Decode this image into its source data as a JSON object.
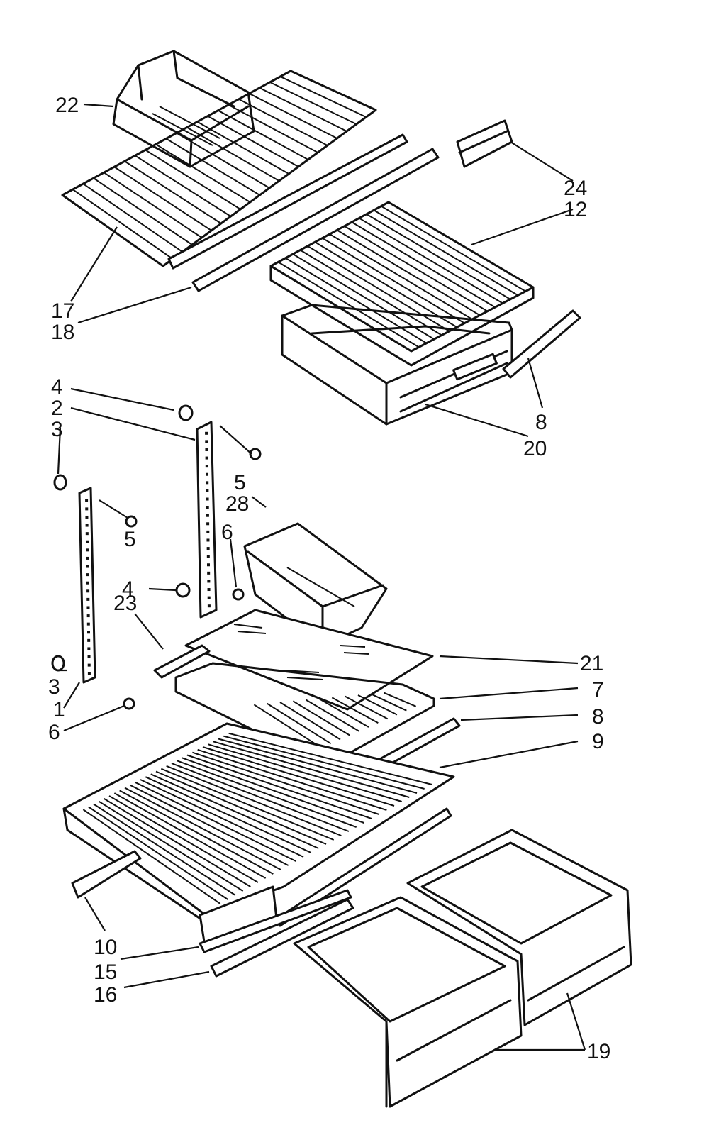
{
  "labels": [
    {
      "id": "22",
      "text": "22"
    },
    {
      "id": "24",
      "text": "24"
    },
    {
      "id": "12",
      "text": "12"
    },
    {
      "id": "17",
      "text": "17"
    },
    {
      "id": "18",
      "text": "18"
    },
    {
      "id": "8a",
      "text": "8"
    },
    {
      "id": "20",
      "text": "20"
    },
    {
      "id": "4a",
      "text": "4"
    },
    {
      "id": "2",
      "text": "2"
    },
    {
      "id": "3a",
      "text": "3"
    },
    {
      "id": "5a",
      "text": "5"
    },
    {
      "id": "28",
      "text": "28"
    },
    {
      "id": "5b",
      "text": "5"
    },
    {
      "id": "6a",
      "text": "6"
    },
    {
      "id": "4b",
      "text": "4"
    },
    {
      "id": "23",
      "text": "23"
    },
    {
      "id": "21",
      "text": "21"
    },
    {
      "id": "7",
      "text": "7"
    },
    {
      "id": "3b",
      "text": "3"
    },
    {
      "id": "1",
      "text": "1"
    },
    {
      "id": "8b",
      "text": "8"
    },
    {
      "id": "6b",
      "text": "6"
    },
    {
      "id": "9",
      "text": "9"
    },
    {
      "id": "10",
      "text": "10"
    },
    {
      "id": "15",
      "text": "15"
    },
    {
      "id": "16",
      "text": "16"
    },
    {
      "id": "19",
      "text": "19"
    }
  ]
}
